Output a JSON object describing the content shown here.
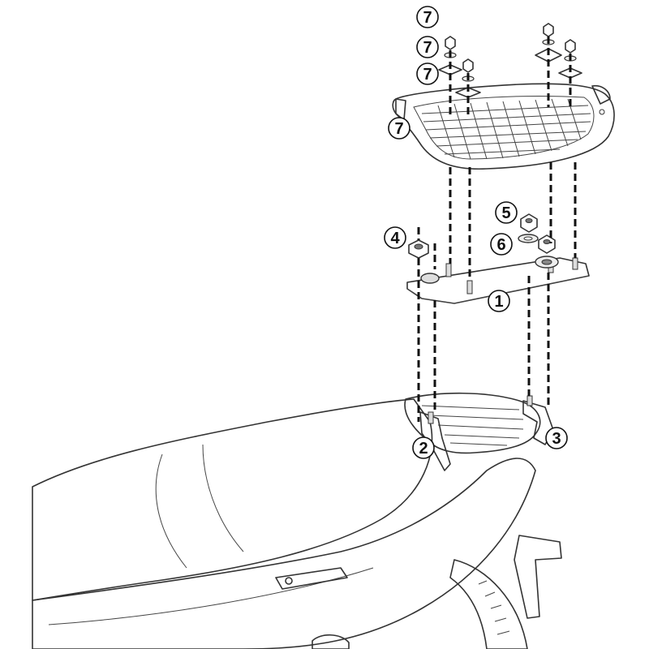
{
  "callouts": {
    "c7a": "7",
    "c7b": "7",
    "c7c": "7",
    "c7d": "7",
    "c1": "1",
    "c2": "2",
    "c3": "3",
    "c4": "4",
    "c5": "5",
    "c6": "6"
  },
  "colors": {
    "ink": "#333333",
    "part_fill": "#ececea",
    "plate_fill": "#8c8c8c",
    "background": "#ffffff"
  }
}
